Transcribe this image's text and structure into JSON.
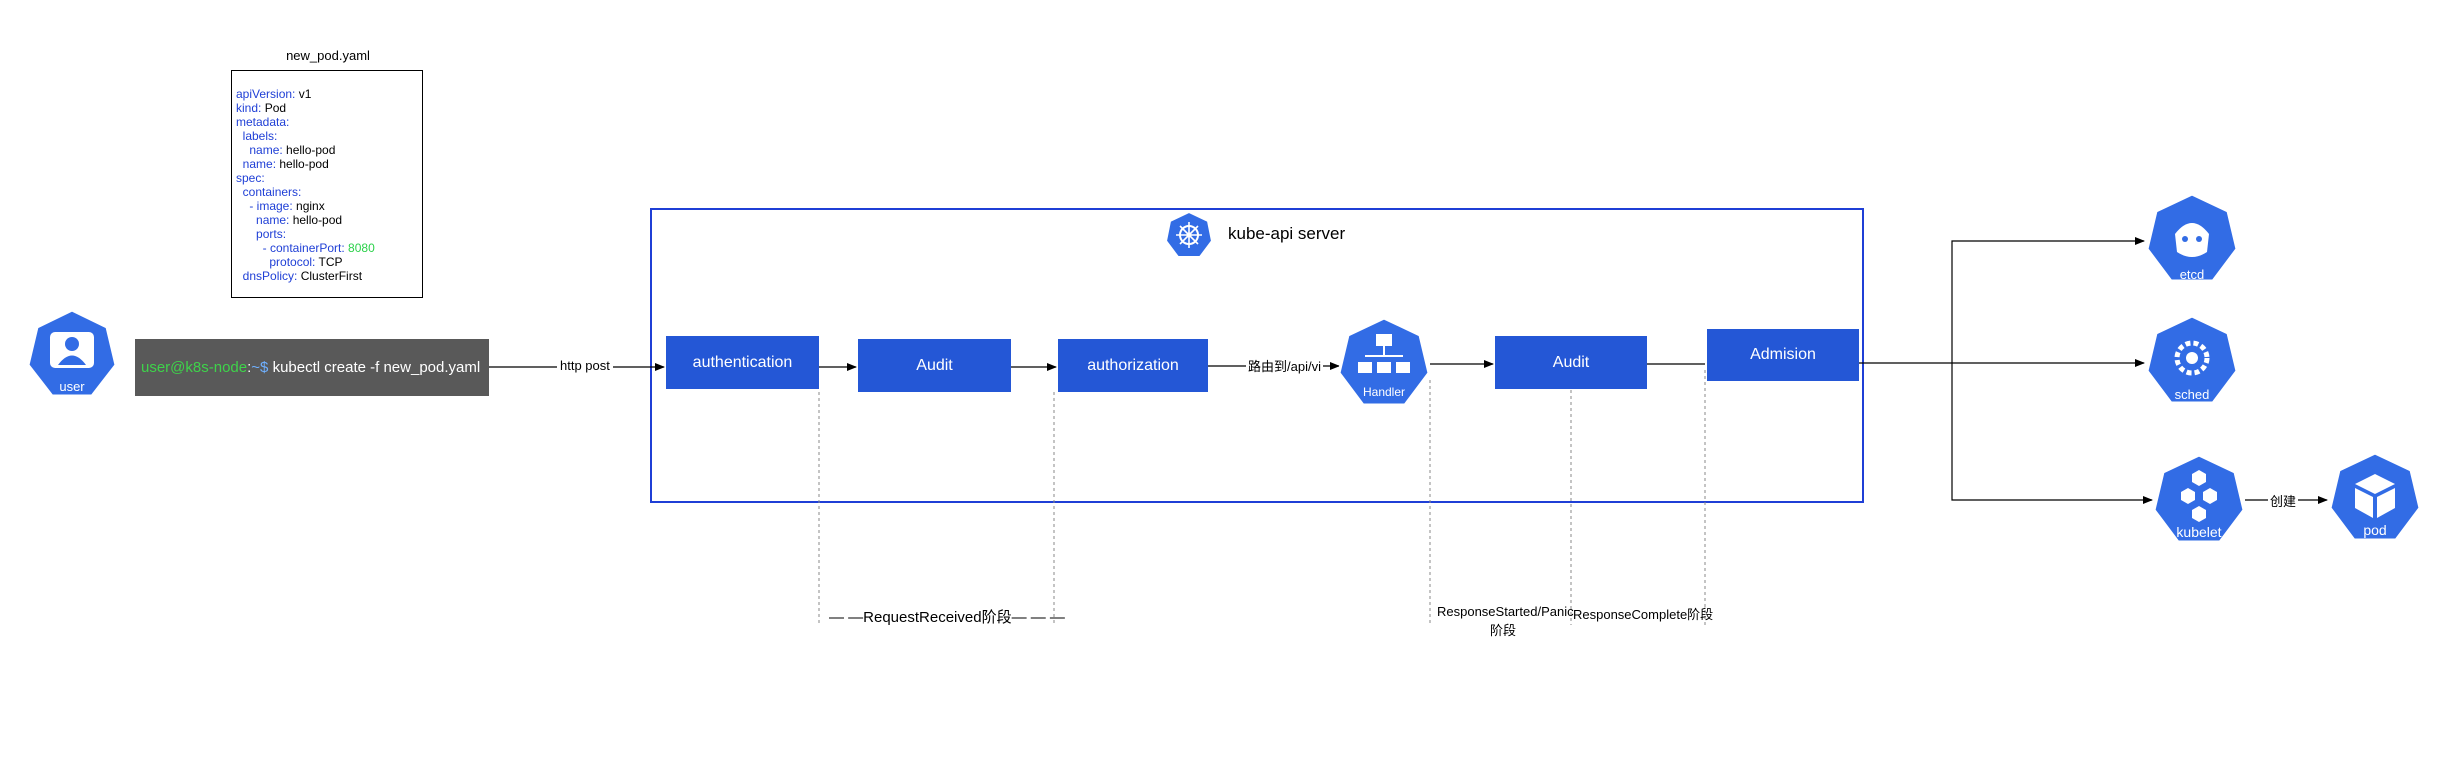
{
  "yaml": {
    "title": "new_pod.yaml",
    "lines": [
      {
        "key": "apiVersion:",
        "value": " v1",
        "indent": ""
      },
      {
        "key": "kind:",
        "value": " Pod",
        "indent": ""
      },
      {
        "key": "metadata:",
        "value": "",
        "indent": ""
      },
      {
        "key": "labels:",
        "value": "",
        "indent": "  "
      },
      {
        "key": "name:",
        "value": " hello-pod",
        "indent": "    "
      },
      {
        "key": "name:",
        "value": " hello-pod",
        "indent": "  "
      },
      {
        "key": "spec:",
        "value": "",
        "indent": ""
      },
      {
        "key": "containers:",
        "value": "",
        "indent": "  "
      },
      {
        "key": "- image:",
        "value": " nginx",
        "indent": "    "
      },
      {
        "key": "name:",
        "value": " hello-pod",
        "indent": "      "
      },
      {
        "key": "ports:",
        "value": "",
        "indent": "      "
      },
      {
        "key": "- containerPort:",
        "value": " 8080",
        "indent": "        ",
        "numeric": true
      },
      {
        "key": "protocol:",
        "value": " TCP",
        "indent": "          "
      },
      {
        "key": "dnsPolicy:",
        "value": " ClusterFirst",
        "indent": "  "
      }
    ]
  },
  "terminal": {
    "user": "user@k8s-node",
    "sep": ":",
    "path": "~$",
    "command": " kubectl create -f new_pod.yaml"
  },
  "icons": {
    "user": {
      "label": "user",
      "icon": "user-icon"
    },
    "handler": {
      "label": "Handler",
      "icon": "handler-icon"
    },
    "etcd": {
      "label": "etcd",
      "icon": "etcd-icon"
    },
    "sched": {
      "label": "sched",
      "icon": "sched-icon"
    },
    "kubelet": {
      "label": "kubelet",
      "icon": "kubelet-icon"
    },
    "pod": {
      "label": "pod",
      "icon": "pod-icon"
    },
    "server": {
      "icon": "helm-wheel-icon"
    }
  },
  "server": {
    "title": "kube-api server"
  },
  "steps": {
    "authentication": "authentication",
    "audit1": "Audit",
    "authorization": "authorization",
    "audit2": "Audit",
    "admission": "Admision"
  },
  "edges": {
    "http_post": "http  post",
    "route": "路由到/api/vi",
    "create": "创建"
  },
  "stages": {
    "request_received": "— —RequestReceived阶段— — —",
    "response_started_line1": "ResponseStarted/Panic",
    "response_started_line2": "阶段",
    "response_complete": "ResponseComplete阶段"
  },
  "colors": {
    "k8s_blue": "#326ce5",
    "step_blue": "#2457d6",
    "server_border": "#1f3fd6",
    "terminal_bg": "#595959"
  }
}
